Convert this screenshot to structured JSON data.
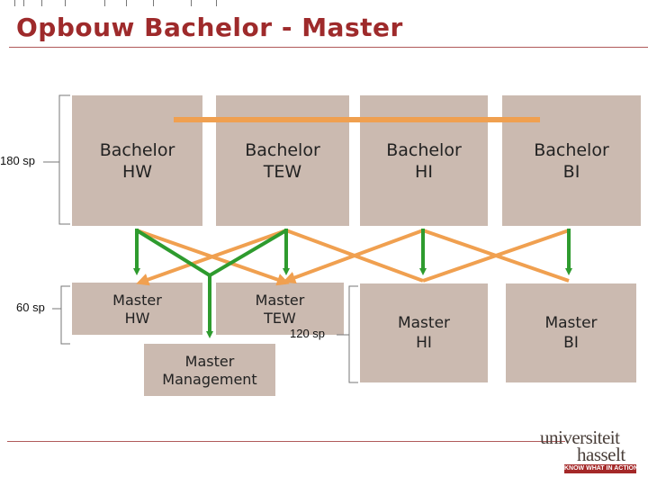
{
  "header": {
    "title": "Opbouw Bachelor - Master"
  },
  "bachelors": [
    {
      "line1": "Bachelor",
      "line2": "HW"
    },
    {
      "line1": "Bachelor",
      "line2": "TEW"
    },
    {
      "line1": "Bachelor",
      "line2": "HI"
    },
    {
      "line1": "Bachelor",
      "line2": "BI"
    }
  ],
  "masters": [
    {
      "line1": "Master",
      "line2": "HW"
    },
    {
      "line1": "Master",
      "line2": "TEW"
    },
    {
      "line1": "Master",
      "line2": "HI"
    },
    {
      "line1": "Master",
      "line2": "BI"
    },
    {
      "line1": "Master",
      "line2": "Management"
    }
  ],
  "credits": {
    "bachelor": "180 sp",
    "master_60": "60 sp",
    "master_120": "120 sp"
  },
  "logo": {
    "line1": "universiteit",
    "line2": "hasselt",
    "tagline": "KNOW WHAT IN ACTION"
  },
  "colors": {
    "title": "#9e2a2b",
    "box": "#cbbab0",
    "green_arrow": "#2e9b2e",
    "orange_arrow": "#f0a050",
    "logo_bar": "#a42828"
  }
}
